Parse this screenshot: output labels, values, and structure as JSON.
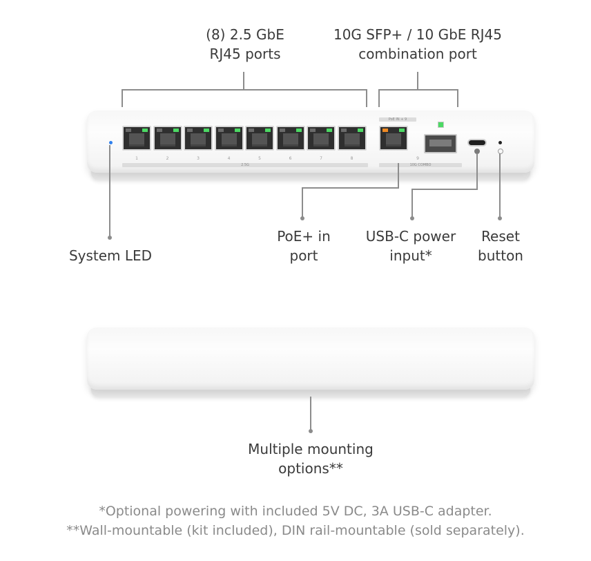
{
  "callouts": {
    "rj45_ports": {
      "line1": "(8) 2.5 GbE",
      "line2": "RJ45 ports"
    },
    "combo_port": {
      "line1": "10G SFP+ / 10 GbE RJ45",
      "line2": "combination port"
    },
    "system_led": {
      "line1": "System LED"
    },
    "poe_in": {
      "line1": "PoE+ in",
      "line2": "port"
    },
    "usb_c": {
      "line1": "USB-C power",
      "line2": "input*"
    },
    "reset": {
      "line1": "Reset",
      "line2": "button"
    },
    "mounting": {
      "line1": "Multiple mounting",
      "line2": "options**"
    }
  },
  "device_markings": {
    "port_numbers": [
      "1",
      "2",
      "3",
      "4",
      "5",
      "6",
      "7",
      "8"
    ],
    "strip_2_5g": "2.5G",
    "poe_in_label": "PoE IN + 9",
    "combo_strip": "10G COMBO",
    "port9": "9"
  },
  "footnotes": {
    "line1": "*Optional powering with included 5V DC, 3A USB-C adapter.",
    "line2": "**Wall-mountable (kit included), DIN rail-mountable (sold separately)."
  },
  "colors": {
    "led_green": "#4cd964",
    "led_orange": "#f08a24",
    "system_led_blue": "#2f80ed",
    "callout_line": "#8c8c8c"
  }
}
